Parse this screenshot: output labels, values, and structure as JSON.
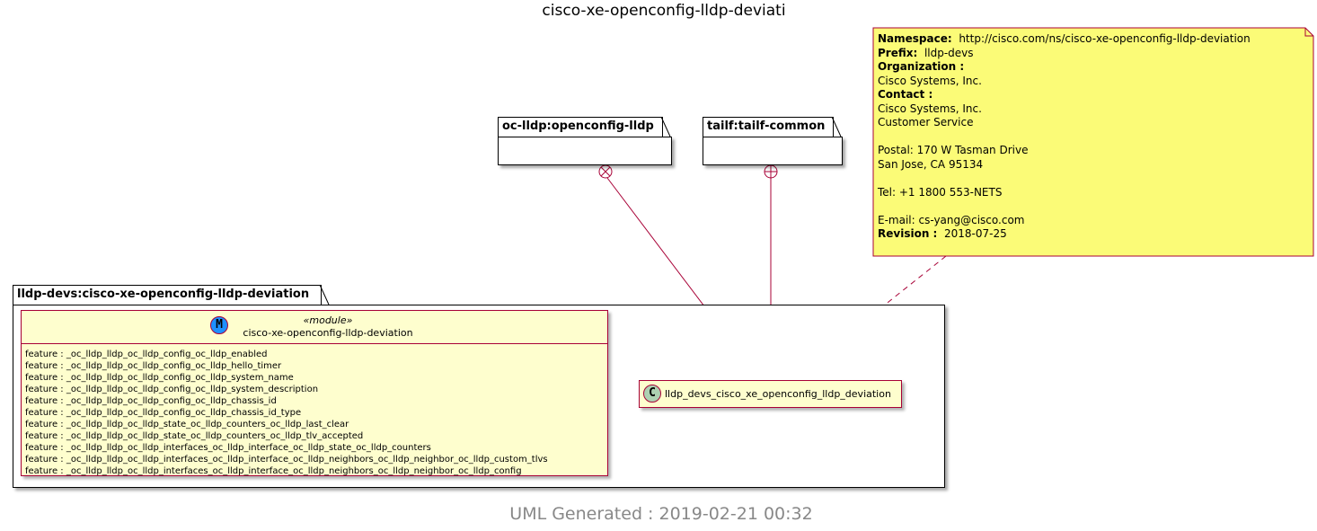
{
  "title": "cisco-xe-openconfig-lldp-deviati",
  "imports": [
    {
      "label": "oc-lldp:openconfig-lldp"
    },
    {
      "label": "tailf:tailf-common"
    }
  ],
  "package": {
    "label": "lldp-devs:cisco-xe-openconfig-lldp-deviation",
    "module": {
      "icon_letter": "M",
      "stereotype": "«module»",
      "name": "cisco-xe-openconfig-lldp-deviation",
      "features": [
        "feature : _oc_lldp_lldp_oc_lldp_config_oc_lldp_enabled",
        "feature : _oc_lldp_lldp_oc_lldp_config_oc_lldp_hello_timer",
        "feature : _oc_lldp_lldp_oc_lldp_config_oc_lldp_system_name",
        "feature : _oc_lldp_lldp_oc_lldp_config_oc_lldp_system_description",
        "feature : _oc_lldp_lldp_oc_lldp_config_oc_lldp_chassis_id",
        "feature : _oc_lldp_lldp_oc_lldp_config_oc_lldp_chassis_id_type",
        "feature : _oc_lldp_lldp_oc_lldp_state_oc_lldp_counters_oc_lldp_last_clear",
        "feature : _oc_lldp_lldp_oc_lldp_state_oc_lldp_counters_oc_lldp_tlv_accepted",
        "feature : _oc_lldp_lldp_oc_lldp_interfaces_oc_lldp_interface_oc_lldp_state_oc_lldp_counters",
        "feature : _oc_lldp_lldp_oc_lldp_interfaces_oc_lldp_interface_oc_lldp_neighbors_oc_lldp_neighbor_oc_lldp_custom_tlvs",
        "feature : _oc_lldp_lldp_oc_lldp_interfaces_oc_lldp_interface_oc_lldp_neighbors_oc_lldp_neighbor_oc_lldp_config"
      ]
    },
    "class": {
      "icon_letter": "C",
      "name": "lldp_devs_cisco_xe_openconfig_lldp_deviation"
    }
  },
  "note": {
    "namespace_label": "Namespace:",
    "namespace": "http://cisco.com/ns/cisco-xe-openconfig-lldp-deviation",
    "prefix_label": "Prefix:",
    "prefix": "lldp-devs",
    "organization_label": "Organization :",
    "organization": "Cisco Systems, Inc.",
    "contact_label": "Contact :",
    "contact_lines": [
      "Cisco Systems, Inc.",
      "Customer Service",
      "",
      "Postal: 170 W Tasman Drive",
      "San Jose, CA 95134",
      "",
      "Tel: +1 1800 553-NETS",
      "",
      "E-mail: cs-yang@cisco.com"
    ],
    "revision_label": "Revision :",
    "revision": "2018-07-25"
  },
  "footer": "UML Generated : 2019-02-21 00:32",
  "colors": {
    "entity_fill": "#FEFECE",
    "entity_border": "#A80036",
    "module_icon": "#1E90FF",
    "class_icon": "#ADD1B2",
    "note_fill": "#FBFB77",
    "note_border": "#A80036",
    "footer_text": "#888888"
  }
}
